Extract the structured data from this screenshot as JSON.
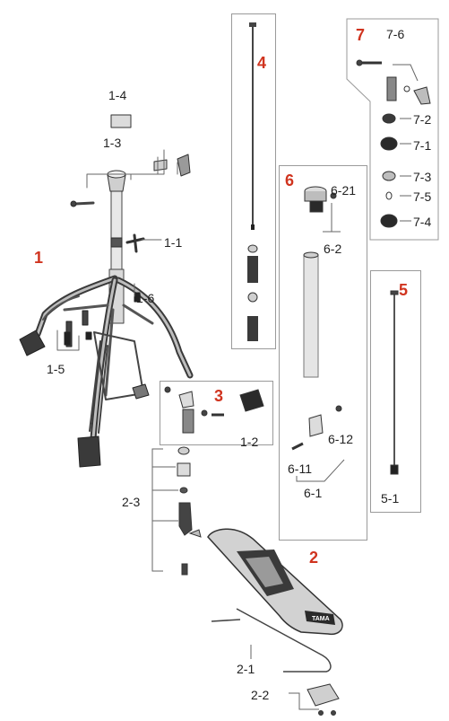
{
  "colors": {
    "section_number": "#d0341f",
    "line": "#666666",
    "part_dark": "#2a2a2a",
    "part_mid": "#8a8a8a",
    "part_light": "#d8d8d8"
  },
  "sections": [
    "1",
    "2",
    "3",
    "4",
    "5",
    "6",
    "7"
  ],
  "labels": {
    "p1_4": "1-4",
    "p1_3": "1-3",
    "p1_1": "1-1",
    "p1_6": "1-6",
    "p1_5": "1-5",
    "p1_2": "1-2",
    "p2_3": "2-3",
    "p2_1": "2-1",
    "p2_2": "2-2",
    "p5_1": "5-1",
    "p6_21": "6-21",
    "p6_2": "6-2",
    "p6_12": "6-12",
    "p6_11": "6-11",
    "p6_1": "6-1",
    "p7_6": "7-6",
    "p7_2": "7-2",
    "p7_1": "7-1",
    "p7_3": "7-3",
    "p7_5": "7-5",
    "p7_4": "7-4"
  },
  "pedal_brand": "TAMA"
}
